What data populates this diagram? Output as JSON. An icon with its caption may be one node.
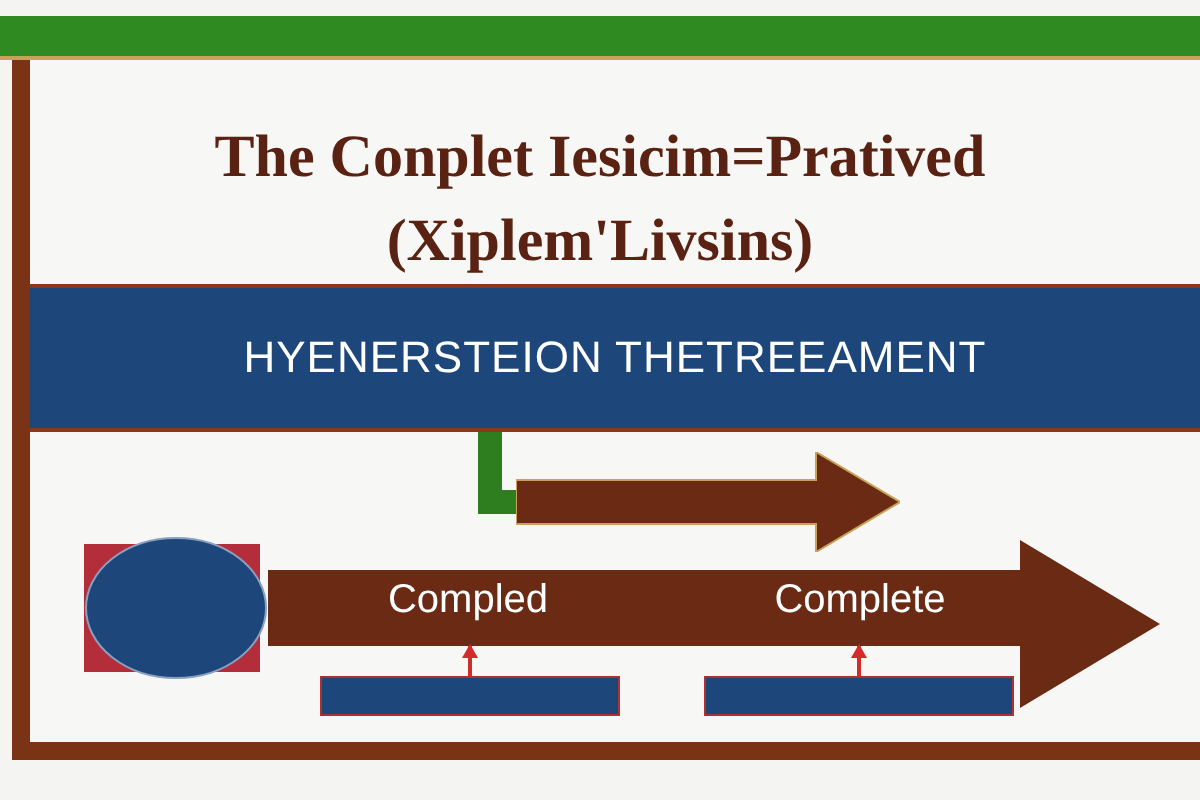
{
  "diagram": {
    "title": "The Conplet Iesicim=Pratived (Xiplem'Livsins)",
    "nodes": [
      {
        "text": [
          "HYENERSTEION THETREEAMENT"
        ]
      },
      {
        "text": [],
        "shape": "arrow"
      },
      {
        "text": [],
        "shape": "circle"
      },
      {
        "text": [
          "Compled",
          "Complete"
        ]
      },
      {
        "text": [],
        "shape": "box"
      },
      {
        "text": [],
        "shape": "box"
      }
    ],
    "edges": [
      {
        "from": 0,
        "to": 1,
        "arrow": "none",
        "style": "thick",
        "color": "#2e7d1f"
      },
      {
        "from": 4,
        "to": 3,
        "arrow": "to"
      },
      {
        "from": 5,
        "to": 3,
        "arrow": "to"
      }
    ]
  }
}
